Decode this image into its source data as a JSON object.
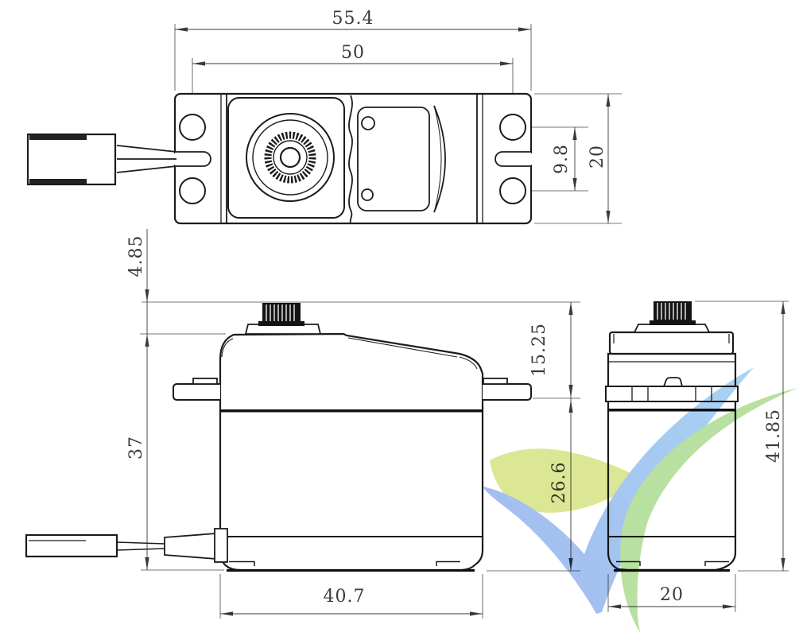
{
  "drawing": {
    "type": "servo-dimensional-drawing",
    "views": {
      "top_view": {
        "overall_width": "55.4",
        "mount_hole_span": "50",
        "hole_pair_spacing": "9.8",
        "body_depth": "20"
      },
      "front_view": {
        "horn_height": "4.85",
        "case_height": "37",
        "top_to_flange": "15.25",
        "flange_to_bottom": "26.6",
        "case_length": "40.7"
      },
      "side_view": {
        "overall_height": "41.85",
        "case_width": "20"
      }
    },
    "colors": {
      "line": "#1c1c1c",
      "dimension_text": "#3a3a3a",
      "watermark_yellow": "#dde795",
      "watermark_blue": "#a2bcf0",
      "watermark_light_blue": "#a8d4f2",
      "watermark_green": "#b8e0a0"
    }
  }
}
